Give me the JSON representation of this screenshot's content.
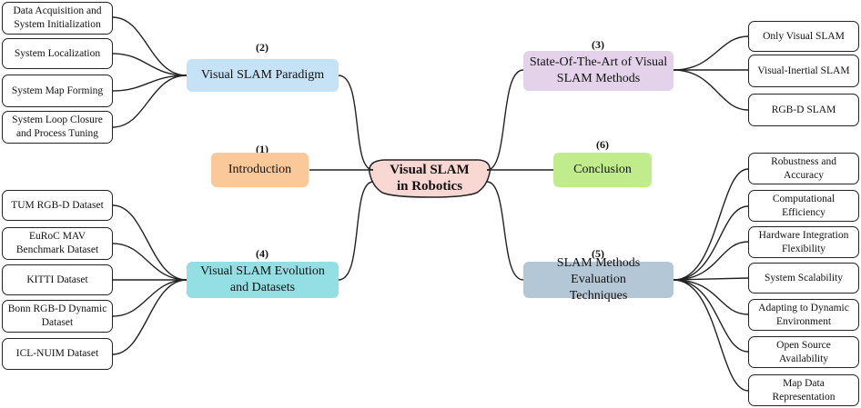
{
  "center": {
    "label": "Visual SLAM\nin Robotics",
    "color": "#f9d7d2"
  },
  "categories": {
    "intro": {
      "num": "(1)",
      "label": "Introduction",
      "color": "#fbc999"
    },
    "paradigm": {
      "num": "(2)",
      "label": "Visual SLAM Paradigm",
      "color": "#c5e2f7"
    },
    "sota": {
      "num": "(3)",
      "label": "State-Of-The-Art of Visual\nSLAM Methods",
      "color": "#e3d2ea"
    },
    "evolution": {
      "num": "(4)",
      "label": "Visual SLAM Evolution\nand Datasets",
      "color": "#93dfe3"
    },
    "evaluation": {
      "num": "(5)",
      "label": "SLAM Methods Evaluation\nTechniques",
      "color": "#b3c7d6"
    },
    "conclusion": {
      "num": "(6)",
      "label": "Conclusion",
      "color": "#c1ec8b"
    }
  },
  "leaves": {
    "paradigm": [
      "Data Acquisition and\nSystem Initialization",
      "System Localization",
      "System Map Forming",
      "System Loop Closure\nand Process Tuning"
    ],
    "sota": [
      "Only Visual SLAM",
      "Visual-Inertial SLAM",
      "RGB-D SLAM"
    ],
    "evolution": [
      "TUM RGB-D Dataset",
      "EuRoC MAV\nBenchmark Dataset",
      "KITTI Dataset",
      "Bonn RGB-D Dynamic\nDataset",
      "ICL-NUIM Dataset"
    ],
    "evaluation": [
      "Robustness and\nAccuracy",
      "Computational\nEfficiency",
      "Hardware Integration\nFlexibility",
      "System Scalability",
      "Adapting to Dynamic\nEnvironment",
      "Open Source\nAvailability",
      "Map Data\nRepresentation"
    ]
  }
}
